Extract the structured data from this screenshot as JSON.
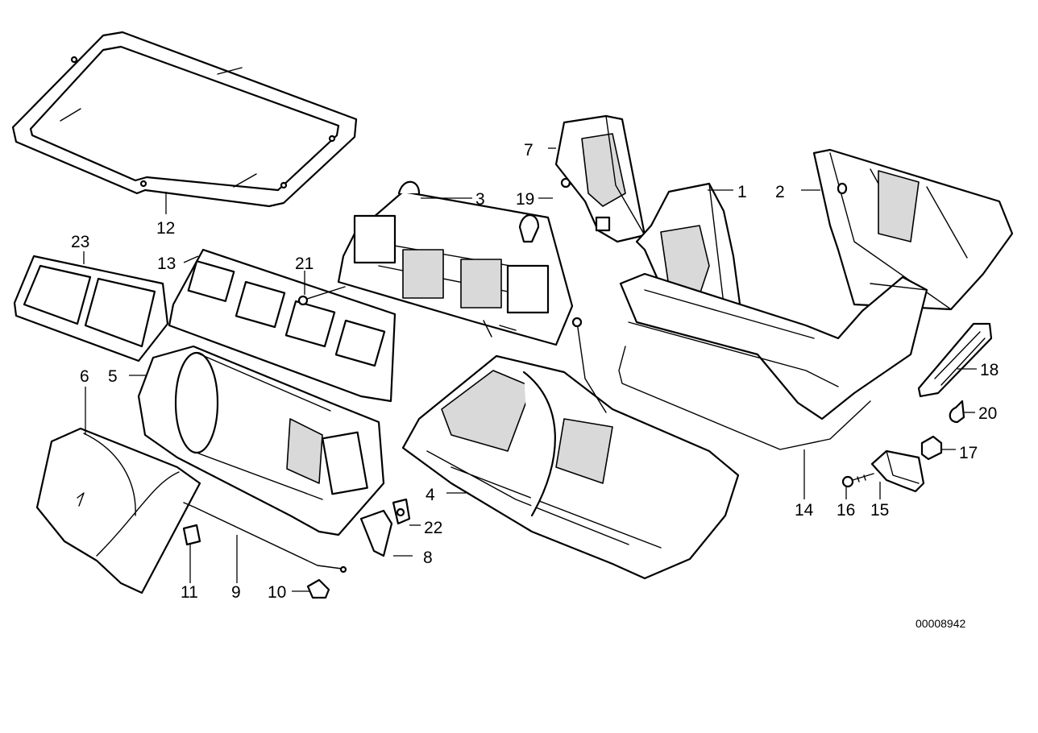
{
  "diagram": {
    "reference_number": "00008942",
    "callouts": {
      "c1": "1",
      "c2": "2",
      "c3": "3",
      "c4": "4",
      "c5": "5",
      "c6": "6",
      "c7": "7",
      "c8": "8",
      "c9": "9",
      "c10": "10",
      "c11": "11",
      "c12": "12",
      "c13": "13",
      "c14": "14",
      "c15": "15",
      "c16": "16",
      "c17": "17",
      "c18": "18",
      "c19": "19",
      "c20": "20",
      "c21": "21",
      "c22": "22",
      "c23": "23"
    }
  }
}
